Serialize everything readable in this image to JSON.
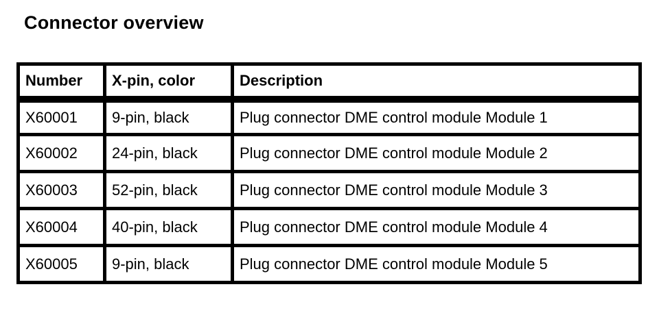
{
  "page": {
    "title": "Connector overview",
    "background_color": "#ffffff",
    "text_color": "#000000",
    "border_color": "#000000"
  },
  "table": {
    "columns": [
      {
        "key": "number",
        "label": "Number",
        "align": "left"
      },
      {
        "key": "xpin_color",
        "label": "X-pin, color",
        "align": "left"
      },
      {
        "key": "description",
        "label": "Description",
        "align": "center"
      }
    ],
    "rows": [
      {
        "number": "X60001",
        "xpin_color": "9-pin, black",
        "description": "Plug connector DME control module Module 1"
      },
      {
        "number": "X60002",
        "xpin_color": "24-pin, black",
        "description": "Plug connector DME control module Module 2"
      },
      {
        "number": "X60003",
        "xpin_color": "52-pin, black",
        "description": "Plug connector DME control module Module 3"
      },
      {
        "number": "X60004",
        "xpin_color": "40-pin, black",
        "description": "Plug connector DME control module Module 4"
      },
      {
        "number": "X60005",
        "xpin_color": "9-pin, black",
        "description": "Plug connector DME control module Module 5"
      }
    ]
  }
}
